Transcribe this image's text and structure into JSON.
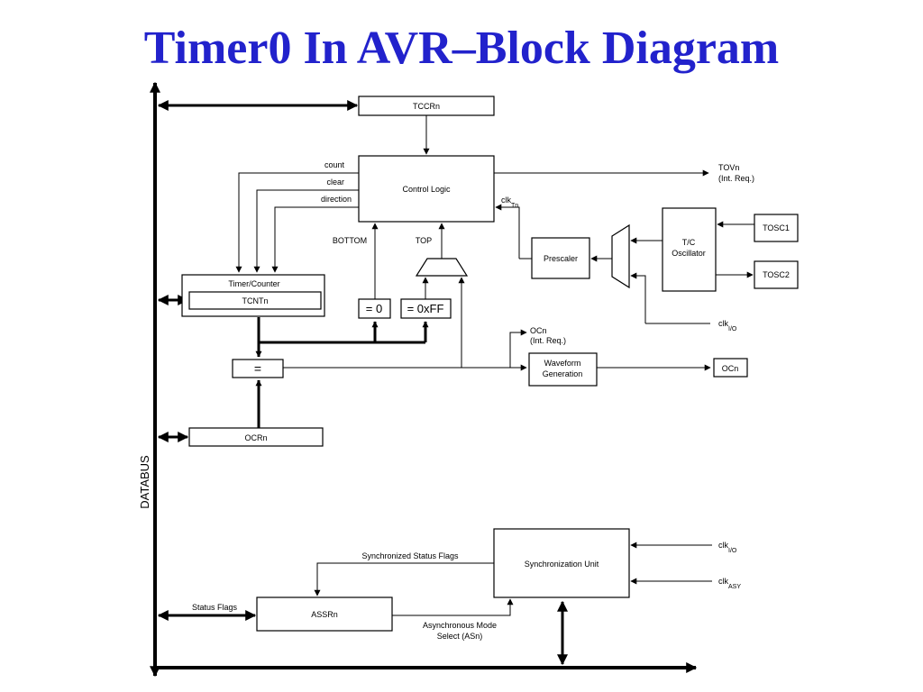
{
  "slide": {
    "title": "Timer0 In AVR–Block Diagram"
  },
  "diagram": {
    "databus": "DATABUS",
    "blocks": {
      "tccrn": "TCCRn",
      "control_logic": "Control Logic",
      "timer_counter": "Timer/Counter",
      "tcntn": "TCNTn",
      "eq_zero": "= 0",
      "eq_ff": "= 0xFF",
      "comparator": "=",
      "ocrn": "OCRn",
      "prescaler": "Prescaler",
      "tc_osc_line1": "T/C",
      "tc_osc_line2": "Oscillator",
      "tosc1": "TOSC1",
      "tosc2": "TOSC2",
      "waveform_line1": "Waveform",
      "waveform_line2": "Generation",
      "ocn_pin": "OCn",
      "sync_unit": "Synchronization Unit",
      "assrn": "ASSRn"
    },
    "labels": {
      "count": "count",
      "clear": "clear",
      "direction": "direction",
      "bottom": "BOTTOM",
      "top": "TOP",
      "tovn": "TOVn",
      "tovn_int": "(Int. Req.)",
      "clk_tn": "clk",
      "clk_tn_sub": "Tn",
      "ocn_flag": "OCn",
      "ocn_int": "(Int. Req.)",
      "clk_io": "clk",
      "clk_io_sub": "I/O",
      "sync_flags": "Synchronized Status Flags",
      "status_flags": "Status Flags",
      "async_line1": "Asynchronous Mode",
      "async_line2": "Select (ASn)",
      "clk_io2": "clk",
      "clk_io2_sub": "I/O",
      "clk_asy": "clk",
      "clk_asy_sub": "ASY"
    }
  }
}
